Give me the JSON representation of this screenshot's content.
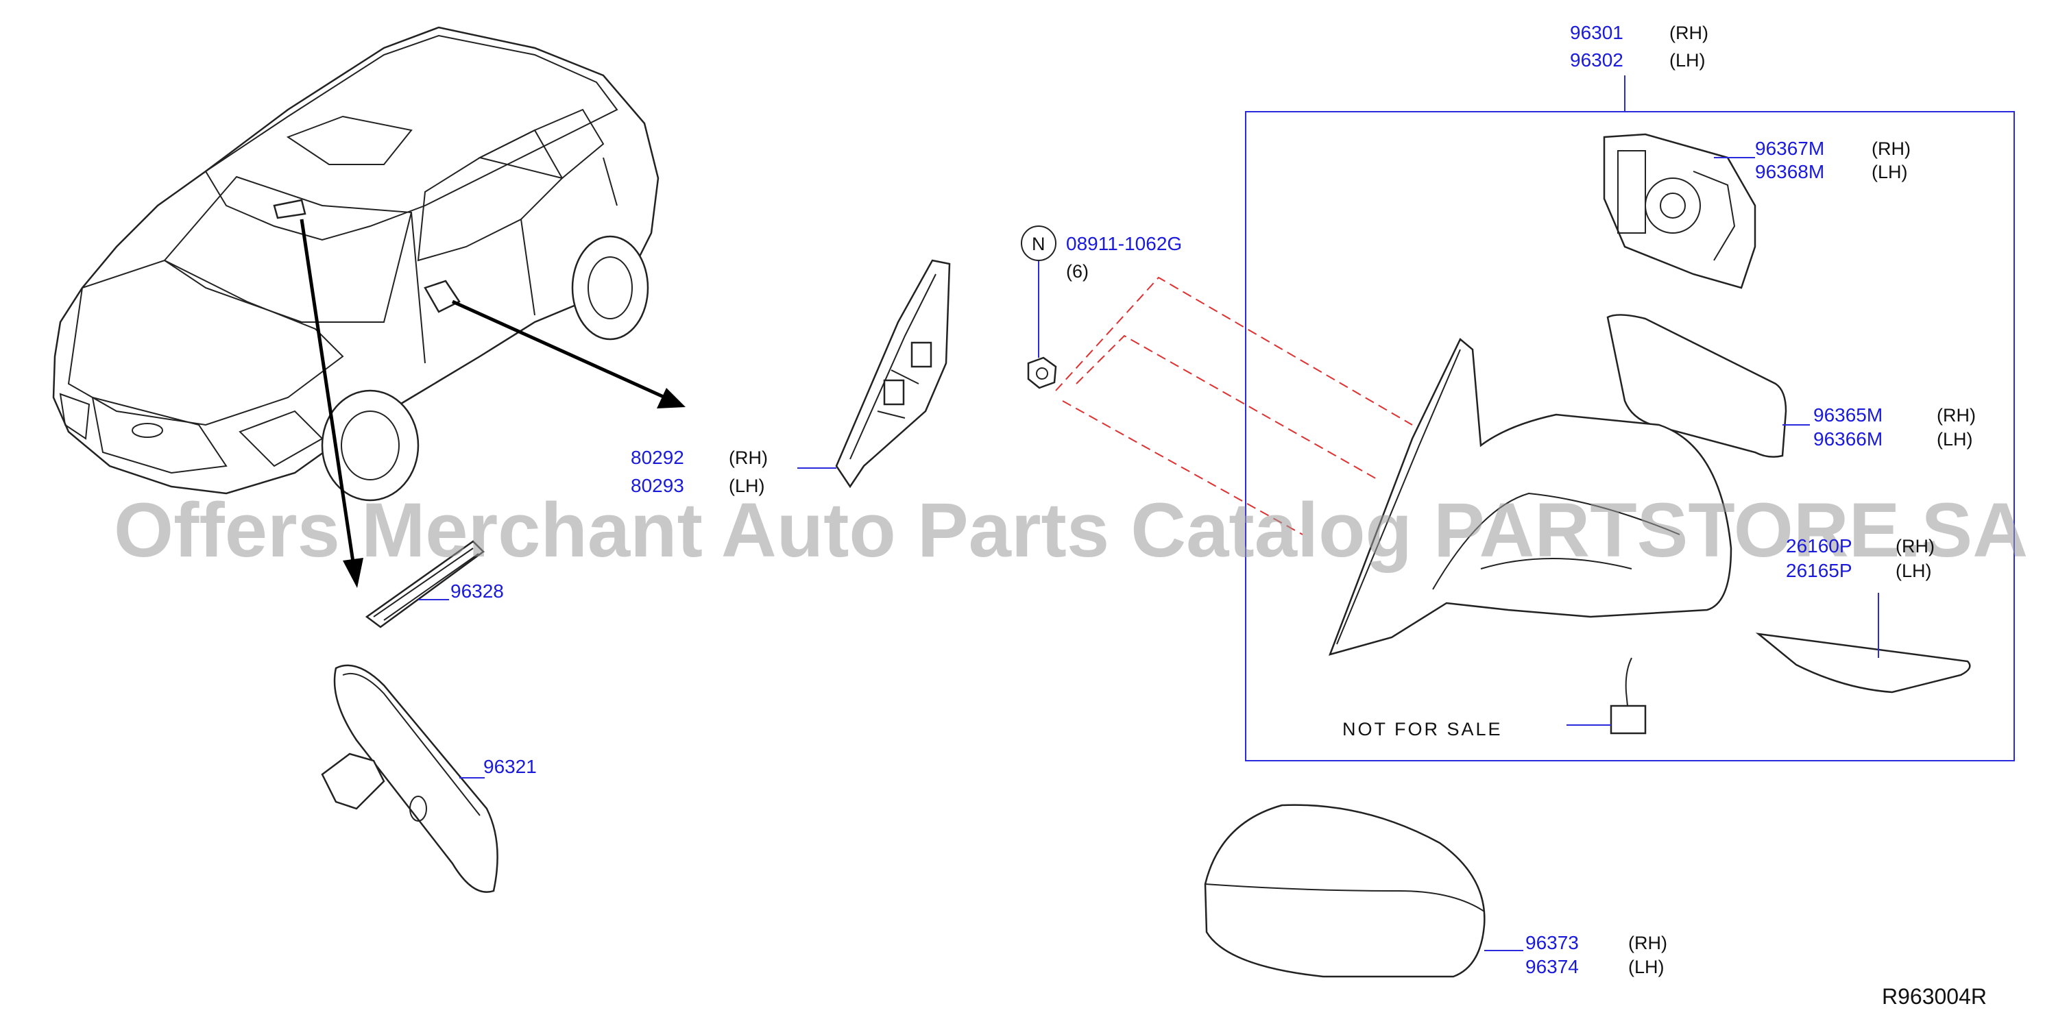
{
  "diagram": {
    "part_labels": {
      "p96301": "96301",
      "p96302": "96302",
      "p96367m": "96367M",
      "p96368m": "96368M",
      "p08911": "08911-1062G",
      "qty": "(6)",
      "nut_symbol": "N",
      "p96365m": "96365M",
      "p96366m": "96366M",
      "p80292": "80292",
      "p80293": "80293",
      "p26165p": "26165P",
      "p26160p": "26160P",
      "p96328": "96328",
      "p96321": "96321",
      "p96373": "96373",
      "p96374": "96374"
    },
    "sides": {
      "rh": "(RH)",
      "lh": "(LH)"
    },
    "note": "NOT FOR SALE",
    "diagram_code": "R963004R",
    "watermark": "Offers Merchant Auto Parts Catalog PARTSTORE.SA"
  },
  "colors": {
    "part_number": "#1a1adc",
    "leader": "#2a2adc",
    "assembly_line": "#e03030",
    "outline": "#222222"
  }
}
